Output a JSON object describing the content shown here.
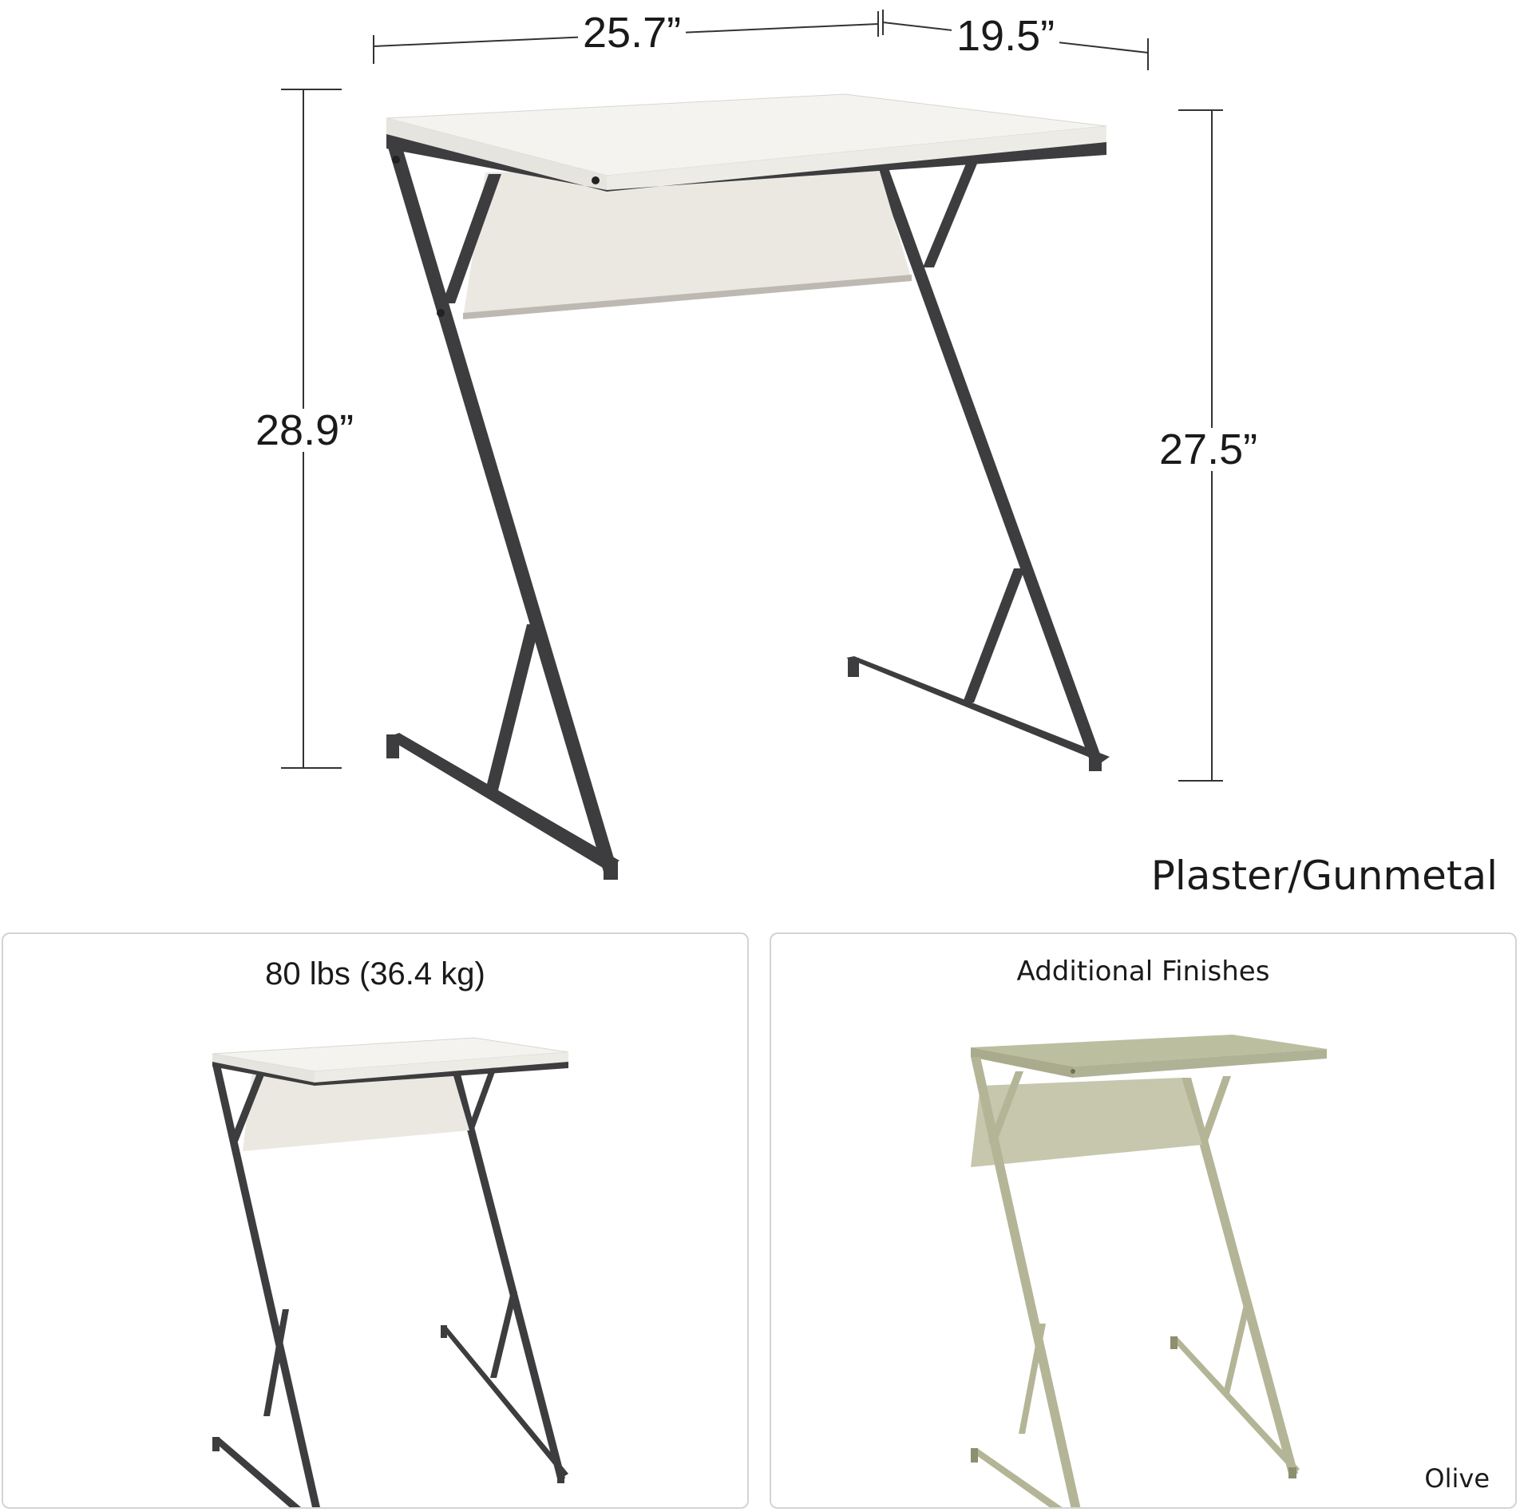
{
  "dimensions": {
    "width": "25.7”",
    "depth": "19.5”",
    "height_total": "28.9”",
    "height_leg": "27.5”"
  },
  "main_finish_label": "Plaster/Gunmetal",
  "weight_panel": {
    "title": "80 lbs (36.4 kg)"
  },
  "finishes_panel": {
    "title": "Additional Finishes",
    "finish_label": "Olive"
  },
  "colors": {
    "top_white": "#f4f3ef",
    "gunmetal": "#3d3d3f",
    "olive": "#b3b596",
    "olive_dark": "#8d8f6e"
  }
}
